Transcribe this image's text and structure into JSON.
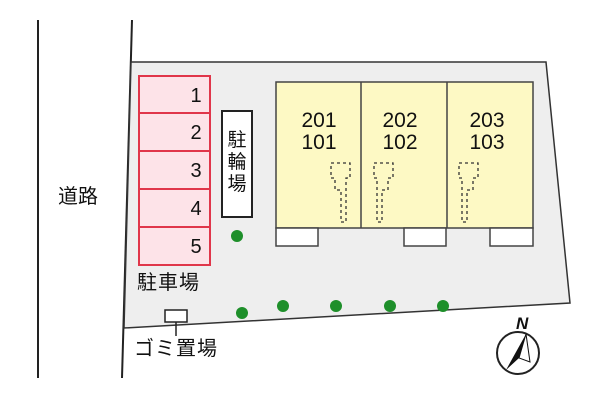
{
  "road_label": "道路",
  "bicycle_parking_label": [
    "駐",
    "輪",
    "場"
  ],
  "car_parking": {
    "label": "駐車場",
    "spaces": [
      "1",
      "2",
      "3",
      "4",
      "5"
    ]
  },
  "garbage_label": "ゴミ置場",
  "units": [
    {
      "upper": "201",
      "lower": "101"
    },
    {
      "upper": "202",
      "lower": "102"
    },
    {
      "upper": "203",
      "lower": "103"
    }
  ],
  "compass_label": "N",
  "colors": {
    "lot": "#eeeeee",
    "building": "#fdf9c4",
    "parking_border": "#e0364a",
    "parking_fill": "#fde3e8",
    "tree": "#1e8f2a"
  }
}
